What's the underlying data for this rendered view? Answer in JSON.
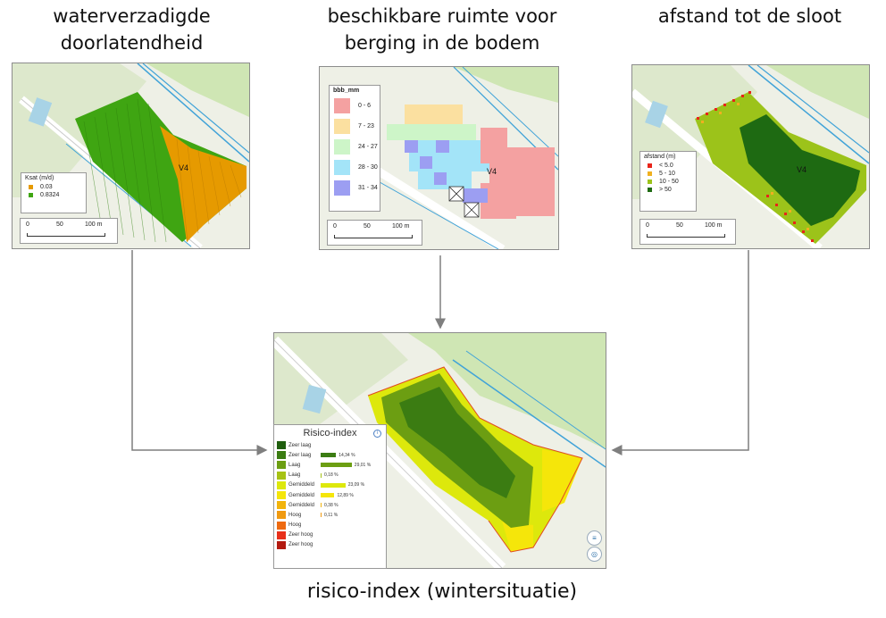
{
  "titles": {
    "panel1_line1": "waterverzadigde",
    "panel1_line2": "doorlatendheid",
    "panel2_line1": "beschikbare ruimte voor",
    "panel2_line2": "berging in de bodem",
    "panel3": "afstand tot de sloot",
    "bottom": "risico-index (wintersituatie)"
  },
  "parcel_label": "V4",
  "scalebar": {
    "t0": "0",
    "t1": "50",
    "t2": "100 m"
  },
  "ksat_legend": {
    "title": "Ksat (m/d)",
    "items": [
      {
        "label": "0.03",
        "color": "#e69a00"
      },
      {
        "label": "0.8324",
        "color": "#3fa512"
      }
    ]
  },
  "bbb_legend": {
    "title": "bbb_mm",
    "items": [
      {
        "label": "0 - 6",
        "color": "#f4a1a1"
      },
      {
        "label": "7 - 23",
        "color": "#fbe0a0"
      },
      {
        "label": "24 - 27",
        "color": "#cdf5c8"
      },
      {
        "label": "28 - 30",
        "color": "#a3e4f8"
      },
      {
        "label": "31 - 34",
        "color": "#9c9ef2"
      }
    ]
  },
  "afstand_legend": {
    "title": "afstand (m)",
    "items": [
      {
        "label": "< 5.0",
        "color": "#e8241a"
      },
      {
        "label": "5 - 10",
        "color": "#f0b020"
      },
      {
        "label": "10 - 50",
        "color": "#9cc31a"
      },
      {
        "label": "> 50",
        "color": "#1e6a12"
      }
    ]
  },
  "risico_legend": {
    "title": "Risico-index",
    "info_icon": "info-icon",
    "items": [
      {
        "label": "Zeer laag",
        "color": "#1f5e0e",
        "pct": "",
        "pct_value": 0
      },
      {
        "label": "Zeer laag",
        "color": "#3b7c12",
        "pct": "14,34 %",
        "pct_value": 14.34
      },
      {
        "label": "Laag",
        "color": "#6c9e12",
        "pct": "29,01 %",
        "pct_value": 29.01
      },
      {
        "label": "Laag",
        "color": "#a6c214",
        "pct": "0,18 %",
        "pct_value": 0.18
      },
      {
        "label": "Gemiddeld",
        "color": "#dde80c",
        "pct": "23,09 %",
        "pct_value": 23.09
      },
      {
        "label": "Gemiddeld",
        "color": "#f5e60a",
        "pct": "12,89 %",
        "pct_value": 12.89
      },
      {
        "label": "Gemiddeld",
        "color": "#f2b40c",
        "pct": "0,38 %",
        "pct_value": 0.38
      },
      {
        "label": "Hoog",
        "color": "#f09a10",
        "pct": "0,11 %",
        "pct_value": 0.11
      },
      {
        "label": "Hoog",
        "color": "#ee6a10",
        "pct": "",
        "pct_value": 0
      },
      {
        "label": "Zeer hoog",
        "color": "#e8301a",
        "pct": "",
        "pct_value": 0
      },
      {
        "label": "Zeer hoog",
        "color": "#b31a10",
        "pct": "",
        "pct_value": 0
      }
    ]
  },
  "map_buttons": {
    "layers_icon": "layers-icon",
    "locate_icon": "locate-icon"
  },
  "colors": {
    "connector": "#7f7f7f",
    "map_bg": "#eef0e6",
    "road": "#ffffff",
    "water": "#41a3d8",
    "green": "#cfe6b4"
  }
}
